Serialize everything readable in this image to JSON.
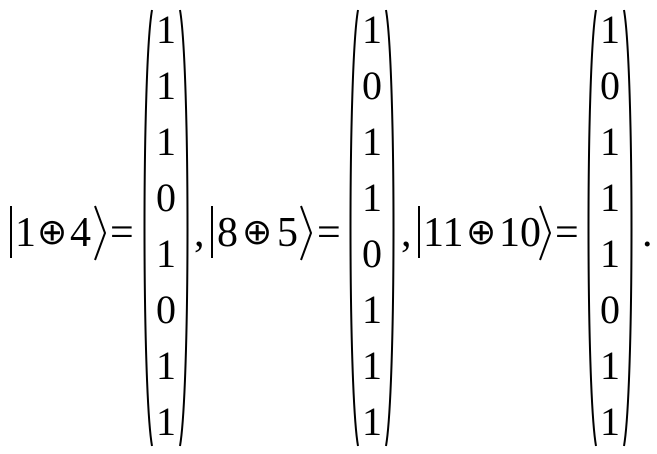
{
  "kets": [
    {
      "label": "1⊕4",
      "parts": [
        "1",
        "⊕",
        "4"
      ],
      "vector": [
        "1",
        "1",
        "1",
        "0",
        "1",
        "0",
        "1",
        "1"
      ]
    },
    {
      "label": "8⊕5",
      "parts": [
        "8",
        "⊕",
        "5"
      ],
      "vector": [
        "1",
        "0",
        "1",
        "1",
        "0",
        "1",
        "1",
        "1"
      ]
    },
    {
      "label": "11⊕10",
      "parts": [
        "11",
        "⊕",
        "10"
      ],
      "vector": [
        "1",
        "0",
        "1",
        "1",
        "1",
        "0",
        "1",
        "1"
      ]
    }
  ],
  "equals": "=",
  "separator": ",",
  "terminator": "."
}
